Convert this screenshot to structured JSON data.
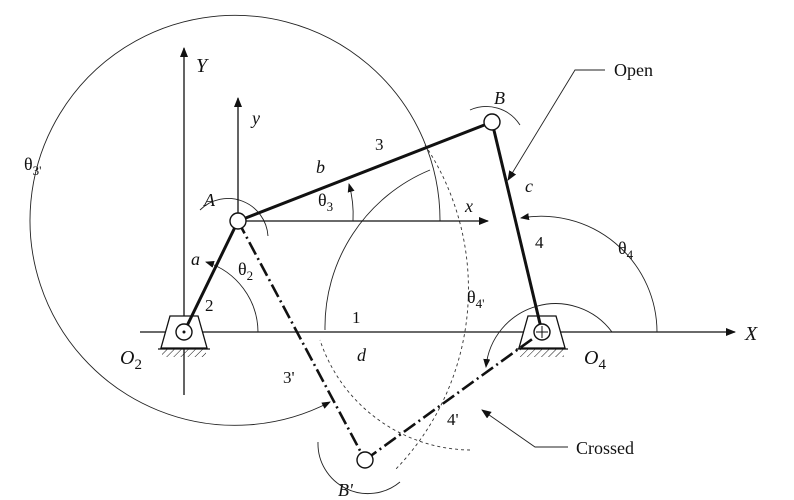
{
  "labels": {
    "axis_X": "X",
    "axis_Y": "Y",
    "axis_x": "x",
    "axis_y": "y",
    "point_A": "A",
    "point_B": "B",
    "point_B_prime": "B'",
    "ground_O2": "O",
    "ground_O2_sub": "2",
    "ground_O4": "O",
    "ground_O4_sub": "4",
    "link_a": "a",
    "link_b": "b",
    "link_c": "c",
    "link_d": "d",
    "num_1": "1",
    "num_2": "2",
    "num_3": "3",
    "num_4": "4",
    "num_3p": "3'",
    "num_4p": "4'",
    "theta_2": "θ",
    "theta_2_sub": "2",
    "theta_3": "θ",
    "theta_3_sub": "3",
    "theta_4": "θ",
    "theta_4_sub": "4",
    "theta_3p": "θ",
    "theta_3p_sub": "3'",
    "theta_4p": "θ",
    "theta_4p_sub": "4'",
    "callout_open": "Open",
    "callout_crossed": "Crossed"
  }
}
